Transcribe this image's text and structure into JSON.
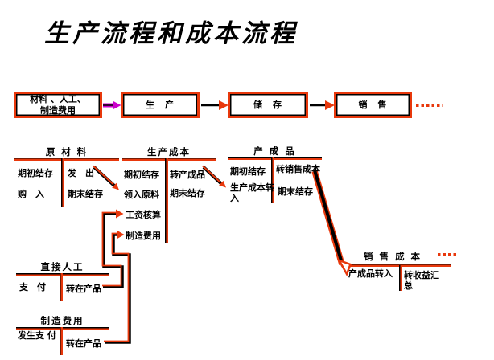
{
  "title": "生产流程和成本流程",
  "flow": {
    "boxes": [
      {
        "name": "materials-labor-overhead",
        "lines": [
          "材料 、人工、",
          "制造费用"
        ]
      },
      {
        "name": "production",
        "lines": [
          "生　产"
        ]
      },
      {
        "name": "storage",
        "lines": [
          "储　存"
        ]
      },
      {
        "name": "sales",
        "lines": [
          "销　售"
        ]
      }
    ]
  },
  "accounts": [
    {
      "name": "原 材 料",
      "left": [
        "期初结存",
        "购　入"
      ],
      "right": [
        "发　出",
        "期末结存"
      ]
    },
    {
      "name": "生产成本",
      "left": [
        "期初结存",
        "领入原料",
        "工资核算",
        "制造费用"
      ],
      "right": [
        "转产成品",
        "期末结存"
      ]
    },
    {
      "name": "产 成 品",
      "left": [
        "期初结存",
        "生产成本转入"
      ],
      "right": [
        "转销售成本",
        "期末结存"
      ]
    },
    {
      "name": "直接人工",
      "left": [
        "支　付"
      ],
      "right": [
        "转在产品"
      ]
    },
    {
      "name": "制造费用",
      "left": [
        "发生支 付"
      ],
      "right": [
        "转在产品"
      ]
    },
    {
      "name": "销 售 成 本",
      "left": [
        "产成品转入"
      ],
      "right": [
        "转收益汇总"
      ]
    }
  ],
  "colors": {
    "accent_red": "#e8380c",
    "magenta_arrow": "#cc00cc",
    "black": "#000000",
    "background": "#ffffff"
  }
}
